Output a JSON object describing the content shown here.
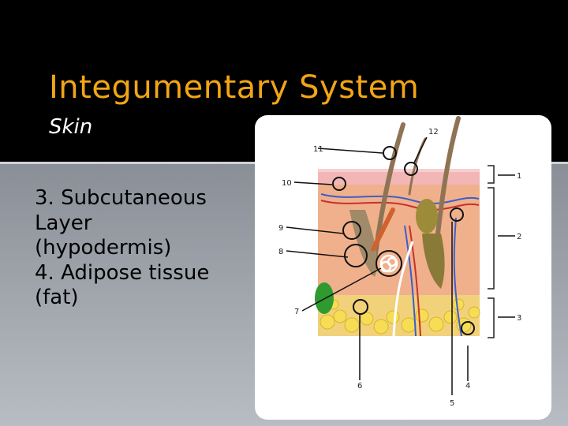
{
  "slide": {
    "title": "Integumentary System",
    "subtitle": "Skin",
    "body_lines": [
      "3. Subcutaneous",
      "Layer",
      "(hypodermis)",
      "4. Adipose tissue",
      "(fat)"
    ]
  },
  "figure": {
    "labels": [
      "1",
      "2",
      "3",
      "4",
      "5",
      "6",
      "7",
      "8",
      "9",
      "10",
      "11",
      "12"
    ]
  },
  "colors": {
    "background_dark": "#000000",
    "title": "#f2a516",
    "subtitle": "#ffffff",
    "body_text": "#000000",
    "figure_card": "#ffffff"
  }
}
